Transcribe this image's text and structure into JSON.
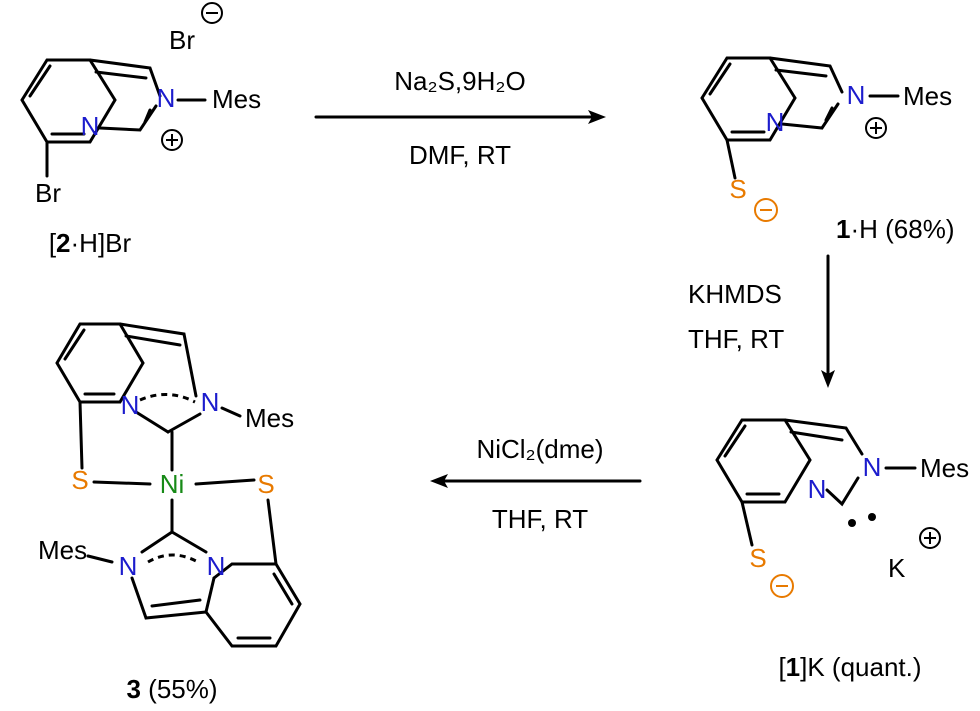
{
  "compounds": {
    "start": {
      "substituent": "Mes",
      "counterion": "Br",
      "ring_substituent": "Br",
      "label_bold": "2",
      "label_pre": "[",
      "label_post": "·H]Br"
    },
    "product1": {
      "substituent": "Mes",
      "sulfur": "S",
      "label_bold": "1",
      "label_post": "·H (68%)"
    },
    "potassium_salt": {
      "substituent": "Mes",
      "sulfur": "S",
      "cation": "K",
      "label_pre": "[",
      "label_bold": "1",
      "label_post": "]K (quant.)"
    },
    "nickel_complex": {
      "metal": "Ni",
      "substituent_top": "Mes",
      "substituent_bottom": "Mes",
      "sulfur_left": "S",
      "sulfur_right": "S",
      "label_bold": "3",
      "label_post": " (55%)"
    }
  },
  "atoms": {
    "nitrogen": "N"
  },
  "arrows": {
    "step1": {
      "reagent": "Na₂S,9H₂O",
      "conditions": "DMF,  RT"
    },
    "step2": {
      "reagent": "KHMDS",
      "conditions": "THF, RT"
    },
    "step3": {
      "reagent": "NiCl₂(dme)",
      "conditions": "THF, RT"
    }
  },
  "colors": {
    "nitrogen": "#1c1ccd",
    "sulfur": "#e87a00",
    "nickel": "#178a17",
    "bond": "#000000"
  }
}
